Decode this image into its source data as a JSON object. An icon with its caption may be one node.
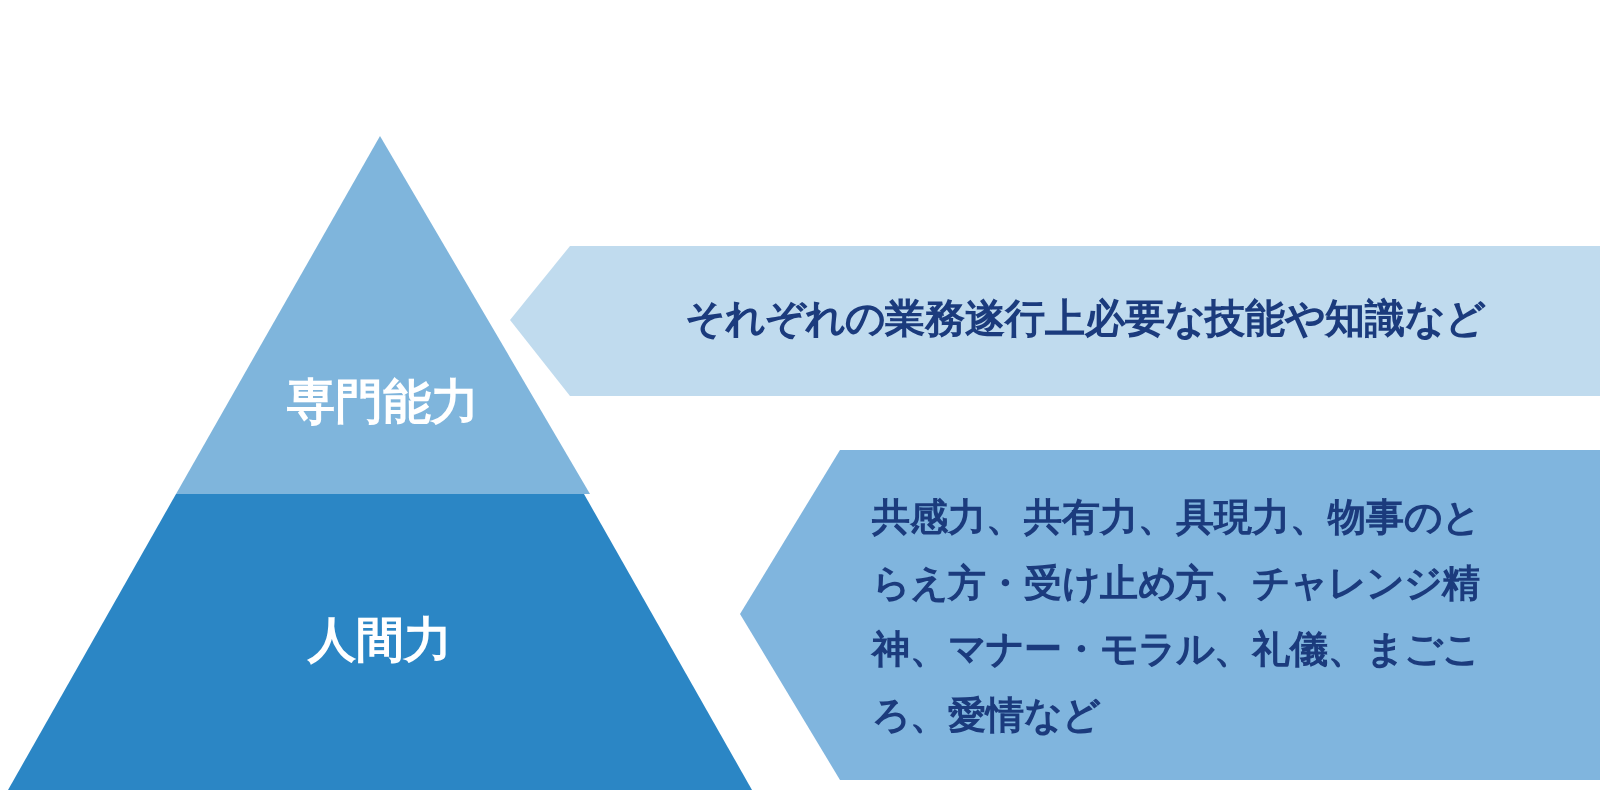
{
  "diagram": {
    "nodes": [
      {
        "text": [
          "専門能力"
        ]
      },
      {
        "text": [
          "人間力"
        ]
      },
      {
        "text": [
          "それぞれの業務遂行上必要な技能や知識など"
        ]
      },
      {
        "text": [
          "共感力、共有力、具現力、物事のとらえ方・受け止め方、チャレンジ精神、マナー・モラル、礼儀、まごころ、愛情など"
        ]
      }
    ]
  }
}
